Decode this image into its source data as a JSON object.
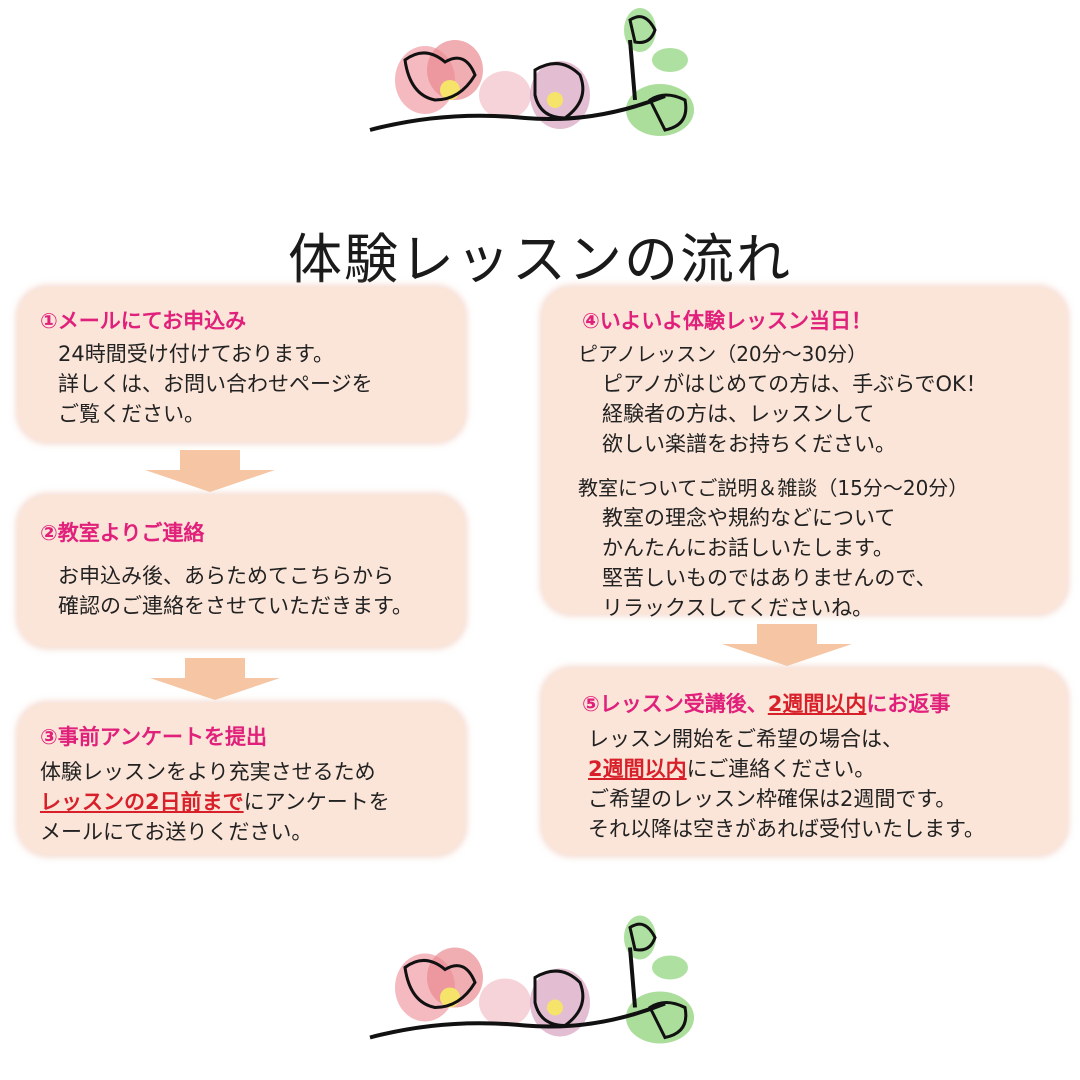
{
  "title": "体験レッスンの流れ",
  "steps": {
    "s1": {
      "heading": "①メールにてお申込み",
      "lines": [
        "24時間受け付けております。",
        "詳しくは、お問い合わせページを",
        "ご覧ください。"
      ]
    },
    "s2": {
      "heading": "②教室よりご連絡",
      "lines": [
        "お申込み後、あらためてこちらから",
        "確認のご連絡をさせていただきます。"
      ]
    },
    "s3": {
      "heading": "③事前アンケートを提出",
      "line1": "体験レッスンをより充実させるため",
      "line2_highlight": "レッスンの2日前まで",
      "line2_rest": "にアンケートを",
      "line3": "メールにてお送りください。"
    },
    "s4": {
      "heading": "④いよいよ体験レッスン当日！",
      "piano_head": "ピアノレッスン（20分～30分）",
      "piano_lines": [
        "ピアノがはじめての方は、手ぶらでOK！",
        "経験者の方は、レッスンして",
        "欲しい楽譜をお持ちください。"
      ],
      "talk_head": "教室についてご説明＆雑談（15分～20分）",
      "talk_lines": [
        "教室の理念や規約などについて",
        "かんたんにお話しいたします。",
        "堅苦しいものではありませんので、",
        "リラックスしてくださいね。"
      ]
    },
    "s5": {
      "heading_pre": "⑤レッスン受講後、",
      "heading_hl": "2週間以内",
      "heading_post": "にお返事",
      "line1": "レッスン開始をご希望の場合は、",
      "line2_highlight": "2週間以内",
      "line2_rest": "にご連絡ください。",
      "line3": "ご希望のレッスン枠確保は2週間です。",
      "line4": "それ以降は空きがあれば受付いたします。"
    }
  },
  "colors": {
    "box_bg": "#fbe5d9",
    "heading": "#e0207a",
    "highlight": "#d8202a",
    "arrow": "#f6c6a4"
  }
}
